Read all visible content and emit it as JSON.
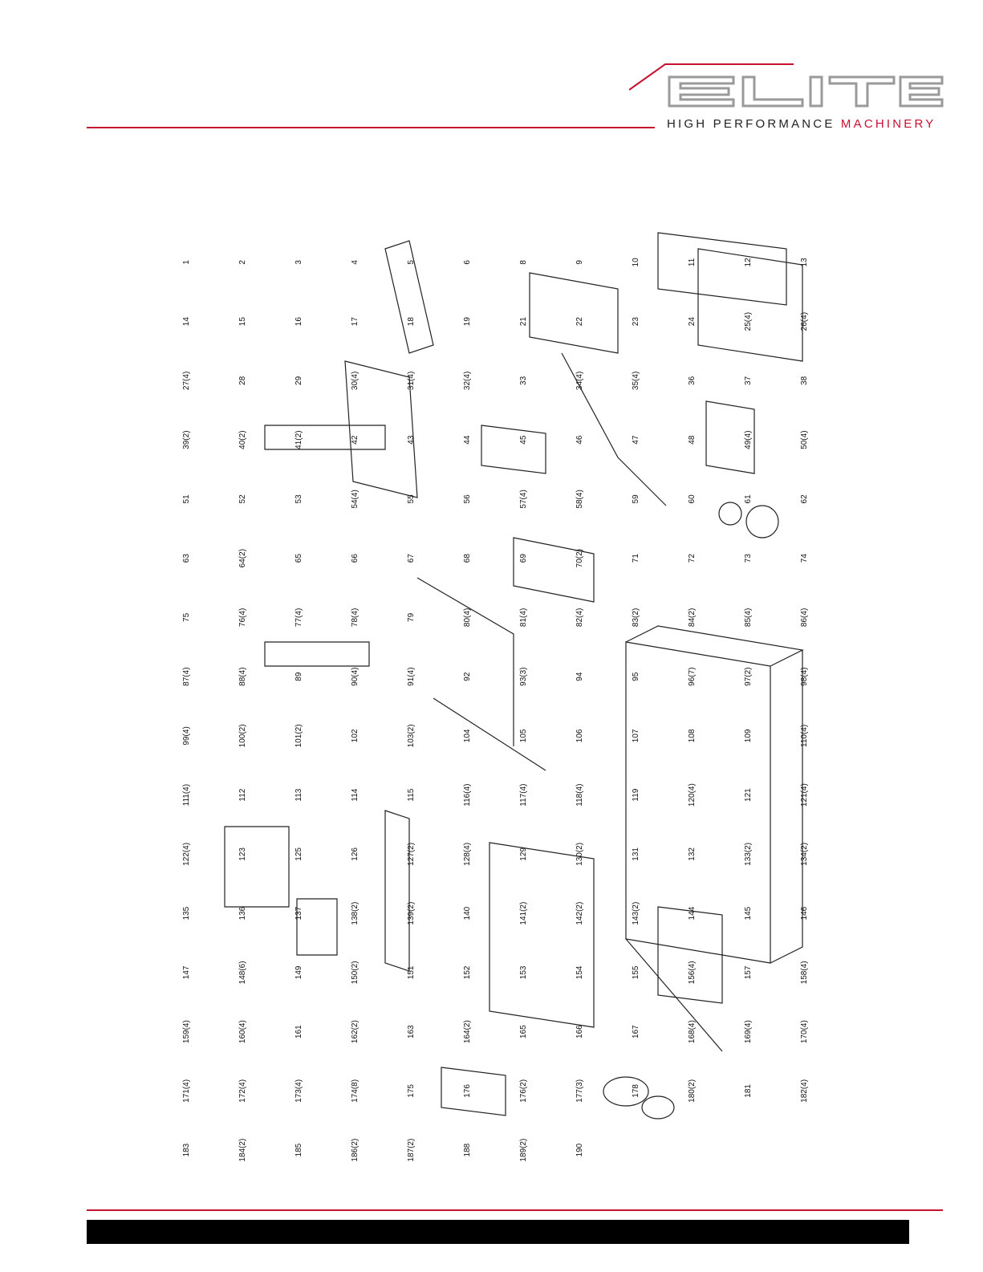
{
  "brand": {
    "logo_text": "ELITE",
    "tagline_main": "HIGH PERFORMANCE",
    "tagline_accent": "MACHINERY",
    "accent_color": "#c8102e"
  },
  "diagram": {
    "part_labels": [
      "1",
      "2",
      "3",
      "4",
      "5",
      "6",
      "8",
      "9",
      "10",
      "11",
      "12",
      "13",
      "14",
      "15",
      "16",
      "17",
      "18",
      "19",
      "21",
      "22",
      "23",
      "24",
      "25(4)",
      "26(4)",
      "27(4)",
      "28",
      "29",
      "30(4)",
      "31(4)",
      "32(4)",
      "33",
      "34(4)",
      "35(4)",
      "36",
      "37",
      "38",
      "39(2)",
      "40(2)",
      "41(2)",
      "42",
      "43",
      "44",
      "45",
      "46",
      "47",
      "48",
      "49(4)",
      "50(4)",
      "51",
      "52",
      "53",
      "54(4)",
      "55",
      "56",
      "57(4)",
      "58(4)",
      "59",
      "60",
      "61",
      "62",
      "63",
      "64(2)",
      "65",
      "66",
      "67",
      "68",
      "69",
      "70(2)",
      "71",
      "72",
      "73",
      "74",
      "75",
      "76(4)",
      "77(4)",
      "78(4)",
      "79",
      "80(4)",
      "81(4)",
      "82(4)",
      "83(2)",
      "84(2)",
      "85(4)",
      "86(4)",
      "87(4)",
      "88(4)",
      "89",
      "90(4)",
      "91(4)",
      "92",
      "93(3)",
      "94",
      "95",
      "96(7)",
      "97(2)",
      "98(4)",
      "99(4)",
      "100(2)",
      "101(2)",
      "102",
      "103(2)",
      "104",
      "105",
      "106",
      "107",
      "108",
      "109",
      "110(4)",
      "111(4)",
      "112",
      "113",
      "114",
      "115",
      "116(4)",
      "117(4)",
      "118(4)",
      "119",
      "120(4)",
      "121",
      "121(4)",
      "122(4)",
      "123",
      "125",
      "126",
      "127(2)",
      "128(4)",
      "129",
      "130(2)",
      "131",
      "132",
      "133(2)",
      "134(2)",
      "135",
      "136",
      "137",
      "138(2)",
      "139(2)",
      "140",
      "141(2)",
      "142(2)",
      "143(2)",
      "144",
      "145",
      "146",
      "147",
      "148(6)",
      "149",
      "150(2)",
      "151",
      "152",
      "153",
      "154",
      "155",
      "156(4)",
      "157",
      "158(4)",
      "159(4)",
      "160(4)",
      "161",
      "162(2)",
      "163",
      "164(2)",
      "165",
      "166",
      "167",
      "168(4)",
      "169(4)",
      "170(4)",
      "171(4)",
      "172(4)",
      "173(4)",
      "174(8)",
      "175",
      "176",
      "176(2)",
      "177(3)",
      "178",
      "180(2)",
      "181",
      "182(4)",
      "183",
      "184(2)",
      "185",
      "186(2)",
      "187(2)",
      "188",
      "189(2)",
      "190"
    ]
  }
}
